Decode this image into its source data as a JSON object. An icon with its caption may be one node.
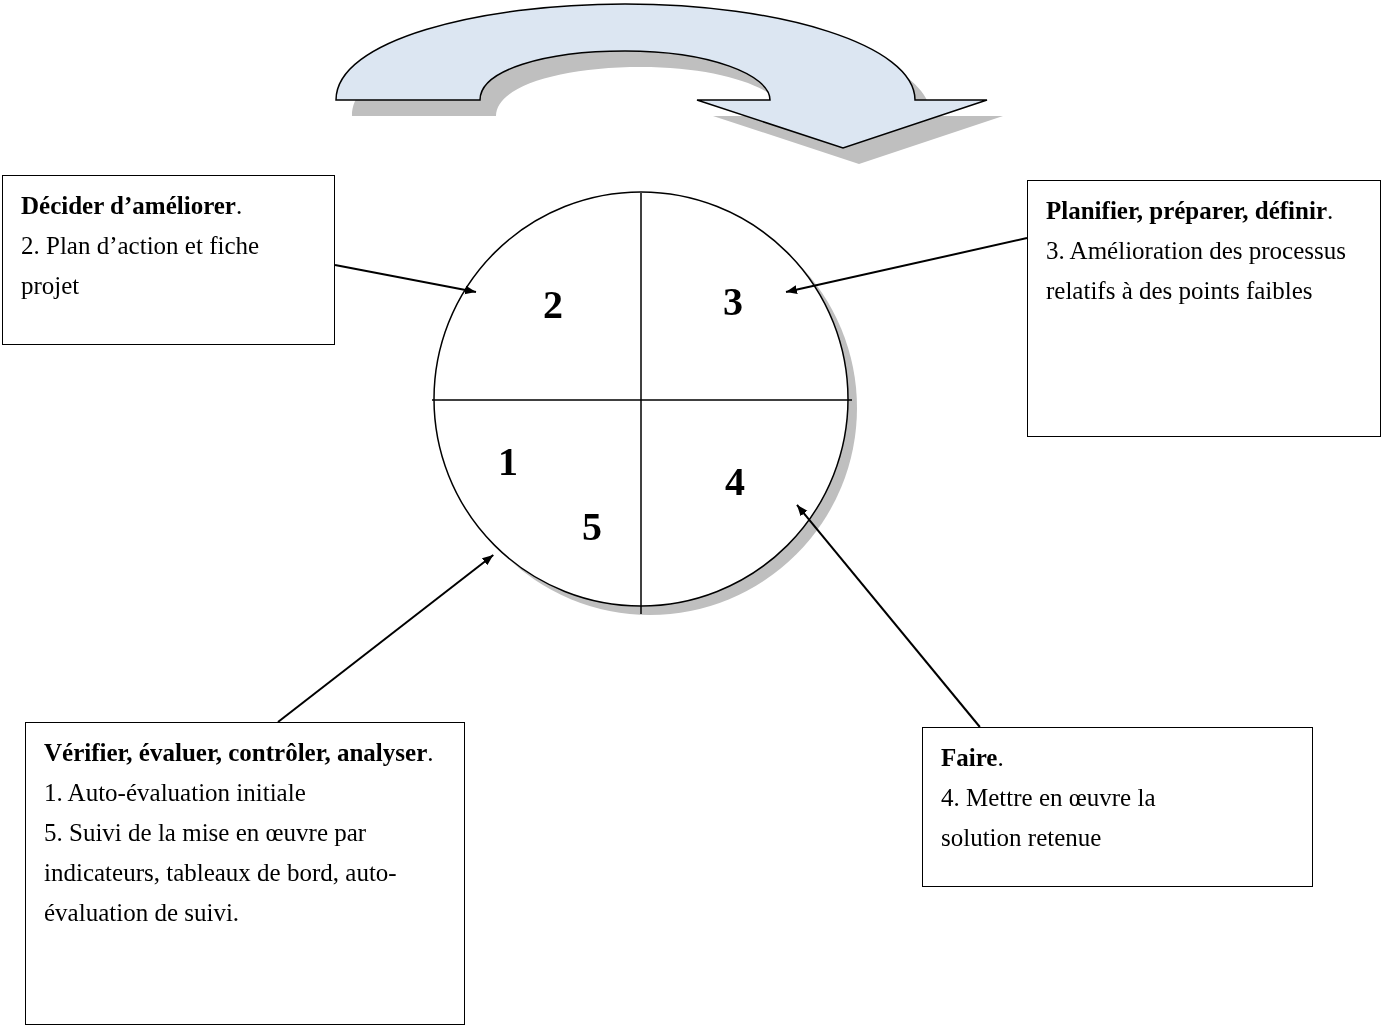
{
  "diagram": {
    "nodes": [
      {
        "text": [
          "**Décider d’améliorer**.",
          "2. Plan d’action et fiche projet"
        ]
      },
      {
        "text": [
          "**Planifier, préparer, définir**.",
          "3. Amélioration des processus relatifs à des points faibles"
        ]
      },
      {
        "text": [],
        "shape": "circle"
      },
      {
        "text": [
          "2"
        ],
        "in": 2
      },
      {
        "text": [
          "3"
        ],
        "in": 2
      },
      {
        "text": [
          "1",
          "5"
        ],
        "in": 2
      },
      {
        "text": [
          "4"
        ],
        "in": 2
      },
      {
        "text": [
          "**Vérifier, évaluer, contrôler, analyser**.",
          "1. Auto-évaluation initiale",
          "5. Suivi de la mise en œuvre par indicateurs, tableaux de bord, auto-évaluation de suivi."
        ]
      },
      {
        "text": [
          "**Faire**.",
          "4. Mettre en œuvre la solution retenue"
        ]
      }
    ],
    "edges": [
      {
        "from": 0,
        "to": 3,
        "arrow": "to"
      },
      {
        "from": 1,
        "to": 4,
        "arrow": "to"
      },
      {
        "from": 7,
        "to": 5,
        "arrow": "to"
      },
      {
        "from": 8,
        "to": 6,
        "arrow": "to"
      }
    ]
  }
}
